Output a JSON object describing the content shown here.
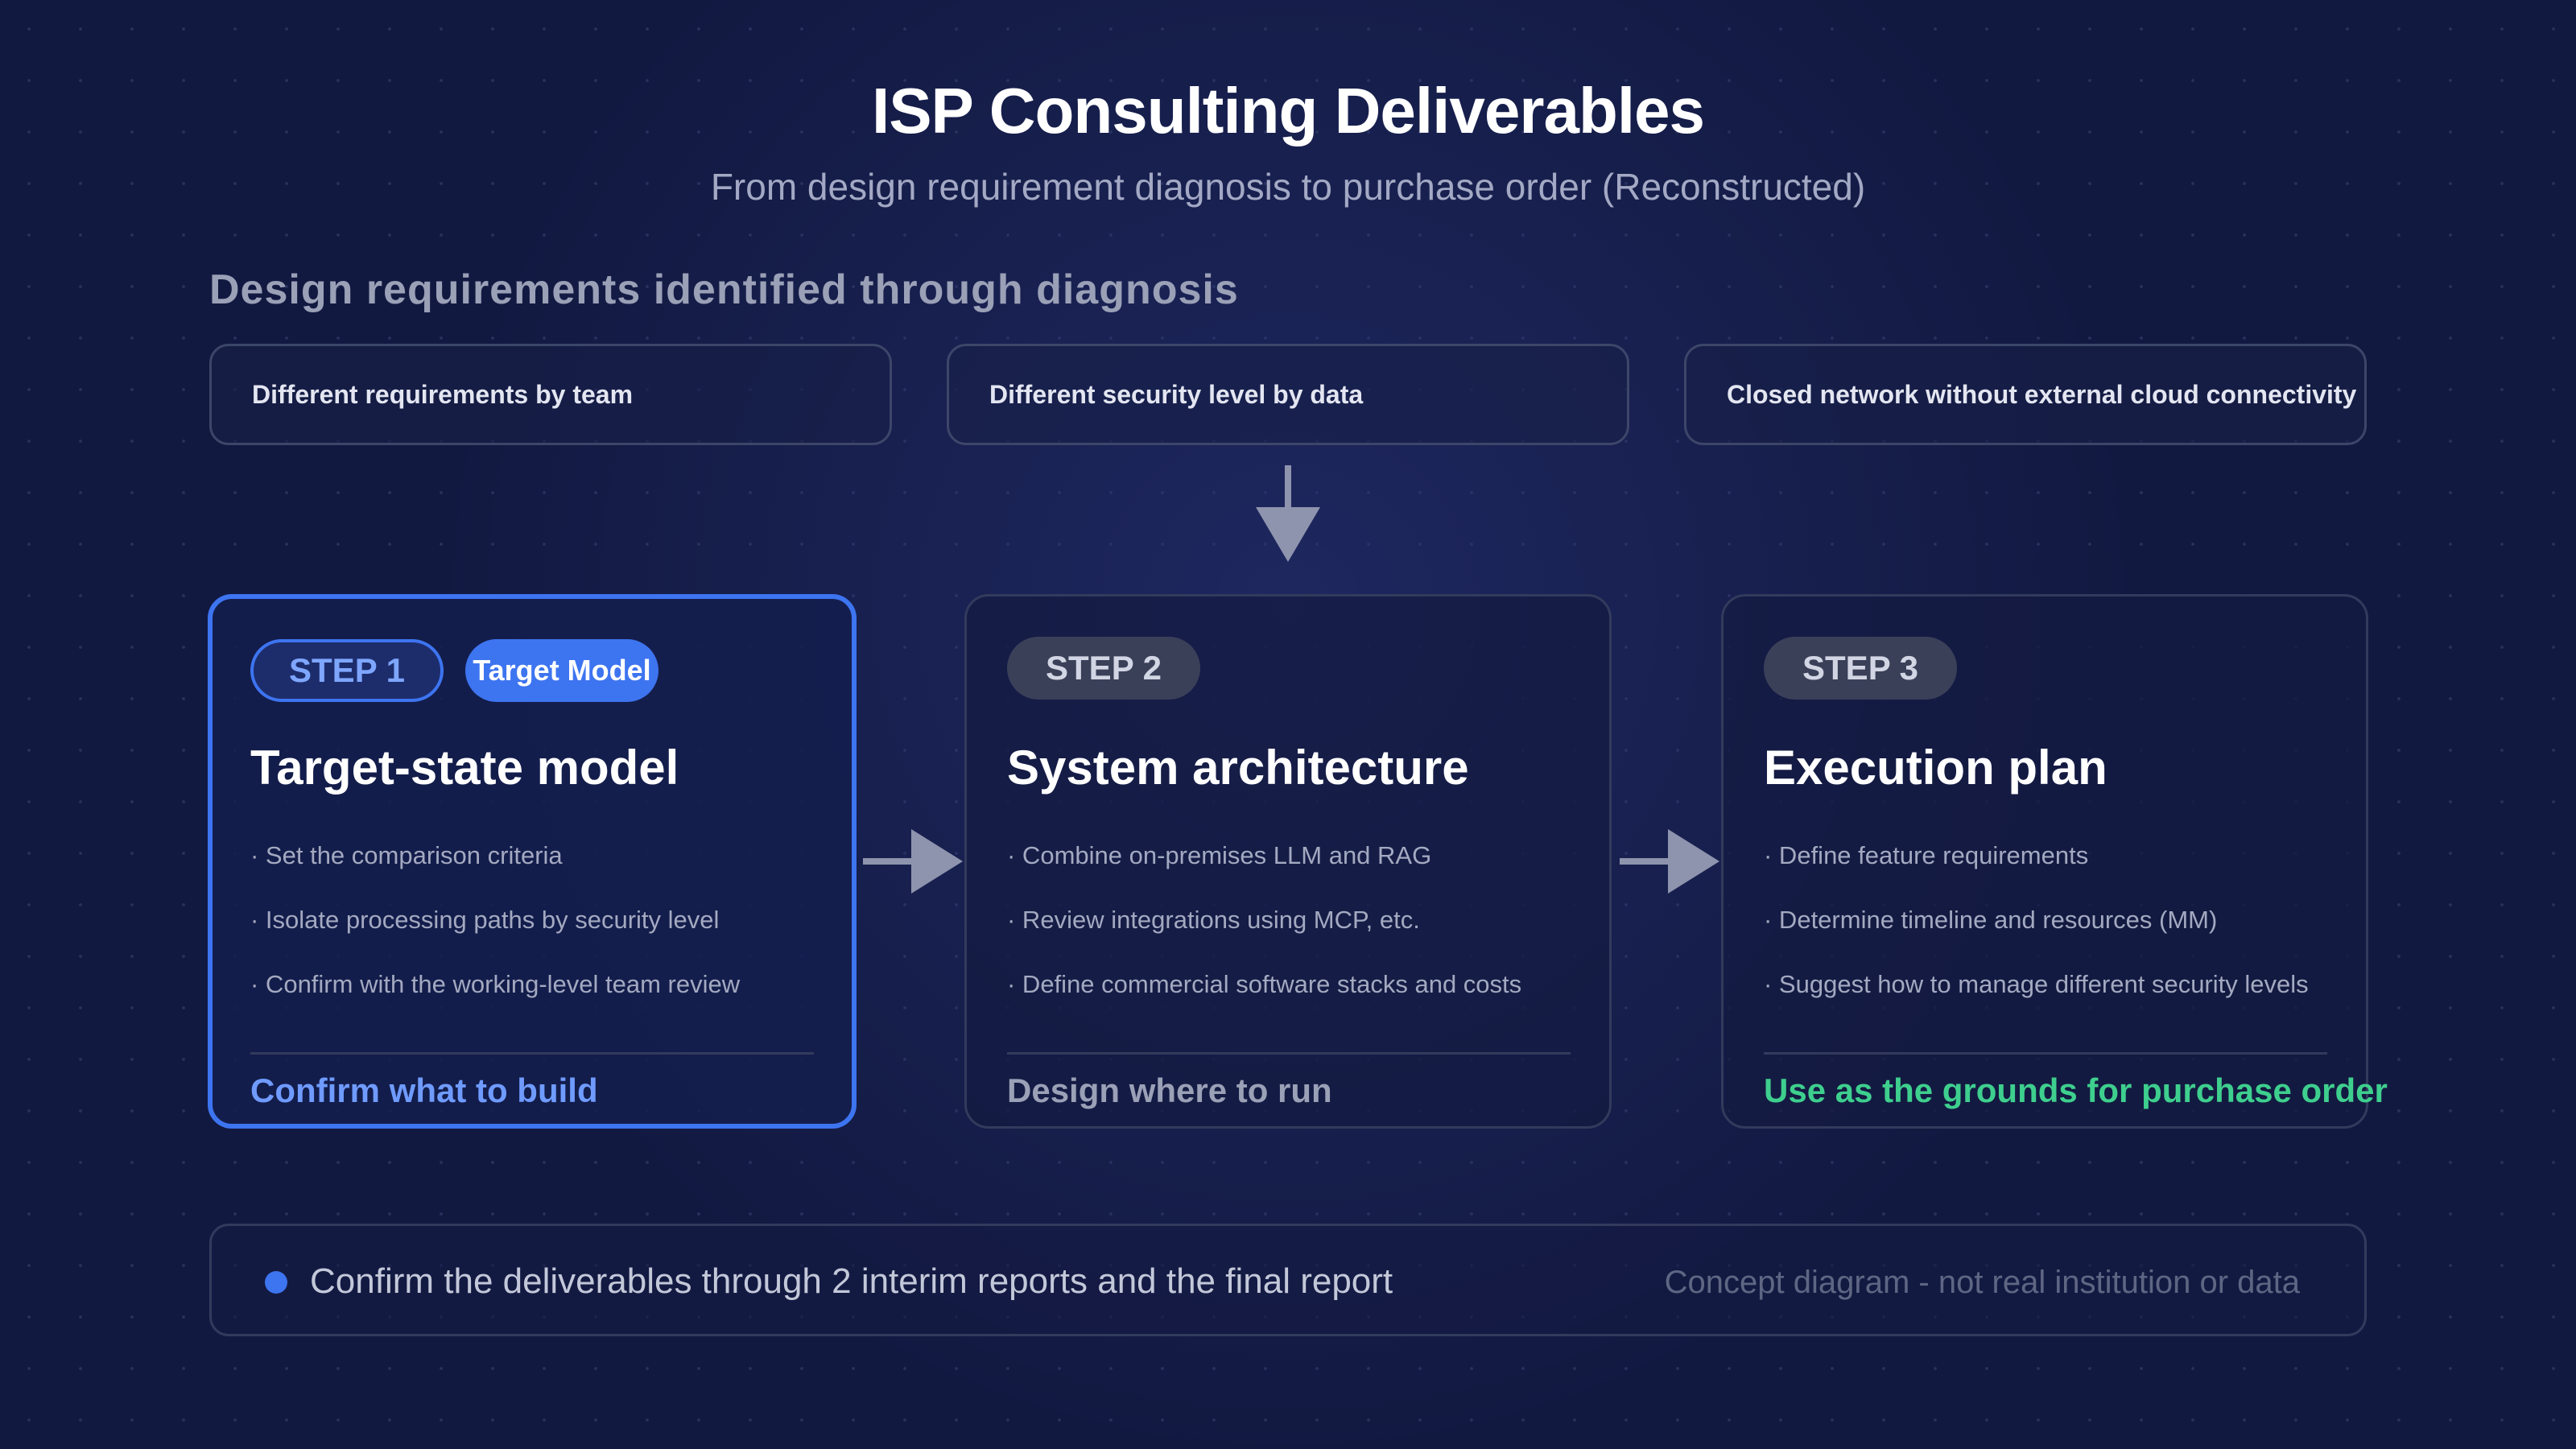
{
  "title": "ISP Consulting Deliverables",
  "subtitle": "From design requirement diagnosis to purchase order (Reconstructed)",
  "requirements": {
    "heading": "Design requirements identified through diagnosis",
    "items": [
      "Different requirements by team",
      "Different security level by data",
      "Closed network without external cloud connectivity"
    ]
  },
  "steps": [
    {
      "badge": "STEP 1",
      "tag": "Target Model",
      "title": "Target-state model",
      "bullets": [
        "· Set the comparison criteria",
        "· Isolate processing paths by security level",
        "· Confirm with the working-level team review"
      ],
      "footer": "Confirm what to build",
      "footer_color": "#6f9bff",
      "active": true
    },
    {
      "badge": "STEP 2",
      "title": "System architecture",
      "bullets": [
        "· Combine on-premises LLM and RAG",
        "· Review integrations using MCP, etc.",
        "· Define commercial software stacks and costs"
      ],
      "footer": "Design where to run",
      "footer_color": "#9aa0b6",
      "active": false
    },
    {
      "badge": "STEP 3",
      "title": "Execution plan",
      "bullets": [
        "· Define feature requirements",
        "· Determine timeline and resources (MM)",
        "· Suggest how to manage different security levels"
      ],
      "footer": "Use as the grounds for purchase order",
      "footer_color": "#3ecf8e",
      "active": false
    }
  ],
  "bottom": {
    "text": "Confirm the deliverables through 2 interim reports and the final report",
    "disclaimer": "Concept diagram - not real institution or data"
  },
  "colors": {
    "background": "#121941",
    "accent": "#3d74f0",
    "arrow": "#8e94ad",
    "success": "#3ecf8e"
  },
  "icons": {
    "flow_down": "arrow-down-icon",
    "flow_right": "arrow-right-icon",
    "bullet": "bullet-dot-icon"
  }
}
